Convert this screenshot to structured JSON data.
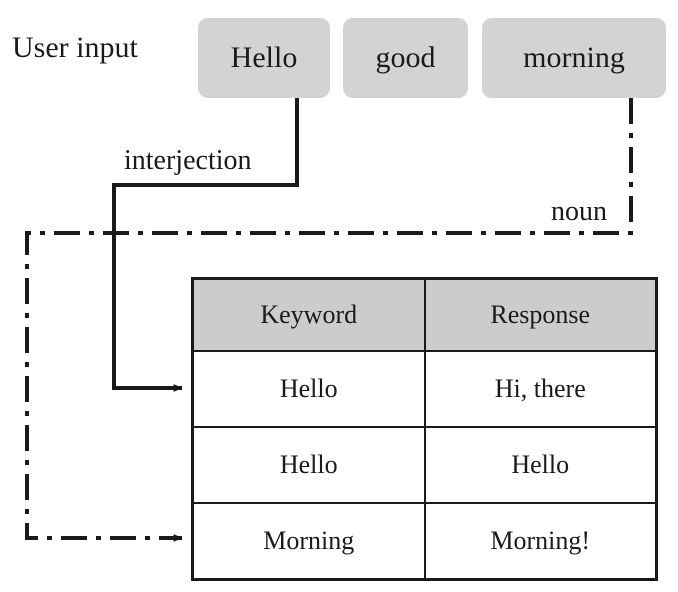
{
  "diagram": {
    "title_label": "User input",
    "tokens": [
      {
        "text": "Hello",
        "name": "token-hello"
      },
      {
        "text": "good",
        "name": "token-good"
      },
      {
        "text": "morning",
        "name": "token-morning"
      }
    ],
    "edges": [
      {
        "label": "interjection",
        "style": "solid",
        "from": "Hello",
        "to": "row-hello-hi-there"
      },
      {
        "label": "noun",
        "style": "dash-dot",
        "from": "morning",
        "to": "row-morning"
      }
    ],
    "colors": {
      "token_box_fill": "#d3d3d3",
      "table_header_fill": "#cccccc",
      "line": "#1a1a1a",
      "page_background": "#ffffff"
    }
  },
  "table": {
    "columns": [
      "Keyword",
      "Response"
    ],
    "rows": [
      [
        "Hello",
        "Hi, there"
      ],
      [
        "Hello",
        "Hello"
      ],
      [
        "Morning",
        "Morning!"
      ]
    ]
  }
}
